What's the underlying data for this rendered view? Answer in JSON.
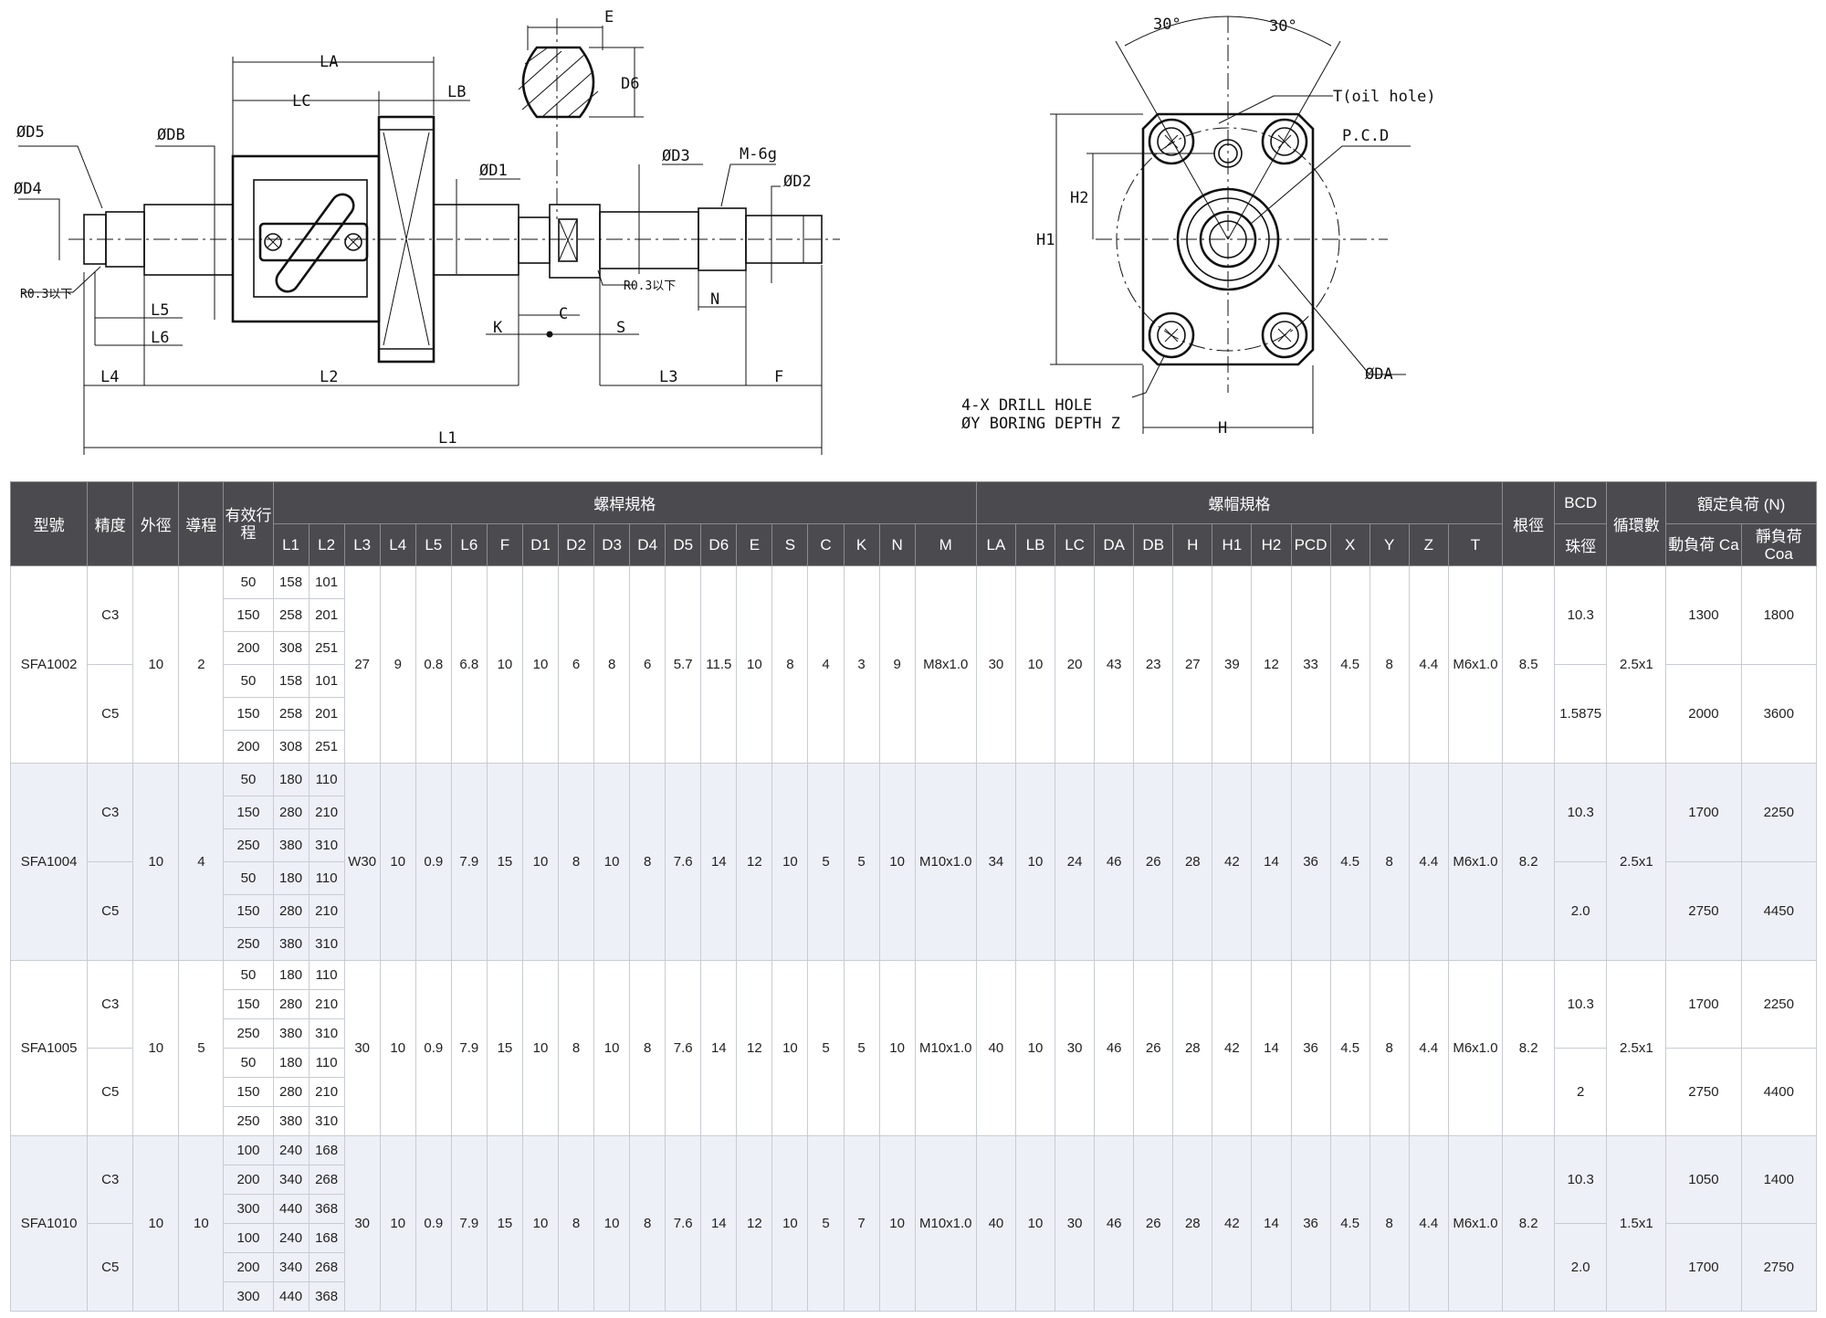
{
  "drawing": {
    "side_labels": {
      "LA": "LA",
      "LC": "LC",
      "LB": "LB",
      "E": "E",
      "D6": "D6",
      "D5": "ØD5",
      "DB": "ØDB",
      "D4": "ØD4",
      "D1": "ØD1",
      "D3": "ØD3",
      "M": "M-6g",
      "D2": "ØD2",
      "R1": "R0.3以下",
      "R2": "R0.3以下",
      "L5": "L5",
      "L6": "L6",
      "K": "K",
      "C": "C",
      "S": "S",
      "N": "N",
      "L4": "L4",
      "L2": "L2",
      "L3": "L3",
      "F": "F",
      "L1": "L1"
    },
    "front_labels": {
      "angle_left": "30°",
      "angle_right": "30°",
      "T": "T(oil hole)",
      "PCD": "P.C.D",
      "H2": "H2",
      "H1": "H1",
      "DA": "ØDA",
      "drill1": "4-X DRILL HOLE",
      "drill2": "ØY BORING DEPTH Z",
      "H": "H"
    }
  },
  "table": {
    "head": {
      "model": "型號",
      "precision": "精度",
      "od": "外徑",
      "lead": "導程",
      "stroke": "有效行程",
      "screw_group": "螺桿規格",
      "nut_group": "螺帽規格",
      "root": "根徑",
      "bcd": "BCD",
      "ball": "珠徑",
      "circuits": "循環數",
      "load": "額定負荷 (N)",
      "ca": "動負荷 Ca",
      "coa": "靜負荷 Coa",
      "screw_cols": [
        "L1",
        "L2",
        "L3",
        "L4",
        "L5",
        "L6",
        "F",
        "D1",
        "D2",
        "D3",
        "D4",
        "D5",
        "D6",
        "E",
        "S",
        "C",
        "K",
        "N",
        "M"
      ],
      "nut_cols": [
        "LA",
        "LB",
        "LC",
        "DA",
        "DB",
        "H",
        "H1",
        "H2",
        "PCD",
        "X",
        "Y",
        "Z",
        "T"
      ]
    },
    "models": [
      {
        "model": "SFA1002",
        "od": "10",
        "lead": "2",
        "precisions": [
          "C3",
          "C5"
        ],
        "rows": [
          [
            "50",
            "158",
            "101"
          ],
          [
            "150",
            "258",
            "201"
          ],
          [
            "200",
            "308",
            "251"
          ],
          [
            "50",
            "158",
            "101"
          ],
          [
            "150",
            "258",
            "201"
          ],
          [
            "200",
            "308",
            "251"
          ]
        ],
        "screw": [
          "27",
          "9",
          "0.8",
          "6.8",
          "10",
          "10",
          "6",
          "8",
          "6",
          "5.7",
          "11.5",
          "10",
          "8",
          "4",
          "3",
          "9",
          "M8x1.0"
        ],
        "nut": [
          "30",
          "10",
          "20",
          "43",
          "23",
          "27",
          "39",
          "12",
          "33",
          "4.5",
          "8",
          "4.4",
          "M6x1.0"
        ],
        "root": "8.5",
        "bcd": "10.3",
        "ball": "1.5875",
        "circuits": "2.5x1",
        "ca": [
          "1300",
          "2000"
        ],
        "coa": [
          "1800",
          "3600"
        ]
      },
      {
        "model": "SFA1004",
        "od": "10",
        "lead": "4",
        "precisions": [
          "C3",
          "C5"
        ],
        "rows": [
          [
            "50",
            "180",
            "110"
          ],
          [
            "150",
            "280",
            "210"
          ],
          [
            "250",
            "380",
            "310"
          ],
          [
            "50",
            "180",
            "110"
          ],
          [
            "150",
            "280",
            "210"
          ],
          [
            "250",
            "380",
            "310"
          ]
        ],
        "screw": [
          "W30",
          "10",
          "0.9",
          "7.9",
          "15",
          "10",
          "8",
          "10",
          "8",
          "7.6",
          "14",
          "12",
          "10",
          "5",
          "5",
          "10",
          "M10x1.0"
        ],
        "nut": [
          "34",
          "10",
          "24",
          "46",
          "26",
          "28",
          "42",
          "14",
          "36",
          "4.5",
          "8",
          "4.4",
          "M6x1.0"
        ],
        "root": "8.2",
        "bcd": "10.3",
        "ball": "2.0",
        "circuits": "2.5x1",
        "ca": [
          "1700",
          "2750"
        ],
        "coa": [
          "2250",
          "4450"
        ]
      },
      {
        "model": "SFA1005",
        "od": "10",
        "lead": "5",
        "precisions": [
          "C3",
          "C5"
        ],
        "rows": [
          [
            "50",
            "180",
            "110"
          ],
          [
            "150",
            "280",
            "210"
          ],
          [
            "250",
            "380",
            "310"
          ],
          [
            "50",
            "180",
            "110"
          ],
          [
            "150",
            "280",
            "210"
          ],
          [
            "250",
            "380",
            "310"
          ]
        ],
        "screw": [
          "30",
          "10",
          "0.9",
          "7.9",
          "15",
          "10",
          "8",
          "10",
          "8",
          "7.6",
          "14",
          "12",
          "10",
          "5",
          "5",
          "10",
          "M10x1.0"
        ],
        "nut": [
          "40",
          "10",
          "30",
          "46",
          "26",
          "28",
          "42",
          "14",
          "36",
          "4.5",
          "8",
          "4.4",
          "M6x1.0"
        ],
        "root": "8.2",
        "bcd": "10.3",
        "ball": "2",
        "circuits": "2.5x1",
        "ca": [
          "1700",
          "2750"
        ],
        "coa": [
          "2250",
          "4400"
        ]
      },
      {
        "model": "SFA1010",
        "od": "10",
        "lead": "10",
        "precisions": [
          "C3",
          "C5"
        ],
        "rows": [
          [
            "100",
            "240",
            "168"
          ],
          [
            "200",
            "340",
            "268"
          ],
          [
            "300",
            "440",
            "368"
          ],
          [
            "100",
            "240",
            "168"
          ],
          [
            "200",
            "340",
            "268"
          ],
          [
            "300",
            "440",
            "368"
          ]
        ],
        "screw": [
          "30",
          "10",
          "0.9",
          "7.9",
          "15",
          "10",
          "8",
          "10",
          "8",
          "7.6",
          "14",
          "12",
          "10",
          "5",
          "7",
          "10",
          "M10x1.0"
        ],
        "nut": [
          "40",
          "10",
          "30",
          "46",
          "26",
          "28",
          "42",
          "14",
          "36",
          "4.5",
          "8",
          "4.4",
          "M6x1.0"
        ],
        "root": "8.2",
        "bcd": "10.3",
        "ball": "2.0",
        "circuits": "1.5x1",
        "ca": [
          "1050",
          "1700"
        ],
        "coa": [
          "1400",
          "2750"
        ]
      }
    ]
  }
}
